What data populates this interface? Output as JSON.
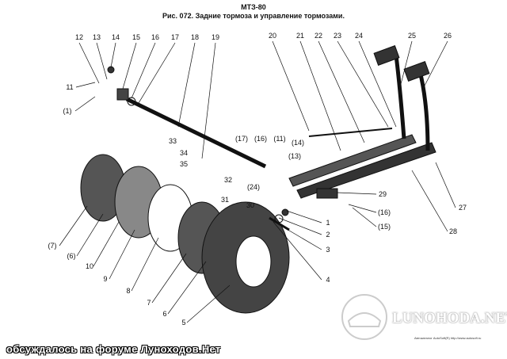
{
  "header": {
    "model": "МТЗ-80",
    "caption": "Рис. 072. Задние тормоза и управление тормозами."
  },
  "labels": [
    "12",
    "13",
    "14",
    "15",
    "16",
    "17",
    "18",
    "19",
    "20",
    "21",
    "22",
    "23",
    "24",
    "25",
    "26",
    "11",
    "(1)",
    "33",
    "34",
    "35",
    "32",
    "31",
    "(17)",
    "(16)",
    "(11)",
    "(14)",
    "(13)",
    "(24)",
    "30",
    "29",
    "(16)",
    "(15)",
    "27",
    "28",
    "(7)",
    "(6)",
    "10",
    "9",
    "8",
    "7",
    "6",
    "5",
    "1",
    "2",
    "3",
    "4"
  ],
  "watermark": "LUNOHODA.NET",
  "credit": "Автокаталог AutoSoft(R) http://www.autosoft.ru",
  "footer": "обсуждалось на форуме Луноходов.Нет"
}
